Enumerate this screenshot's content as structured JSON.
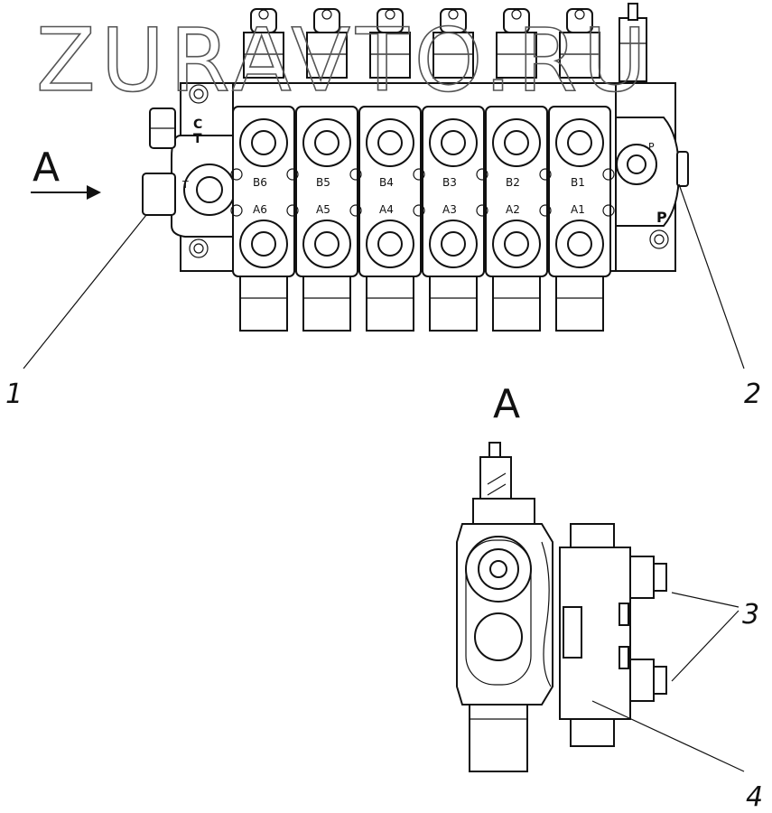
{
  "watermark": "ZURAVTO.RU",
  "view_label_main": "A",
  "view_label_side": "A",
  "top_ports": [
    "B6",
    "B5",
    "B4",
    "B3",
    "B2",
    "B1"
  ],
  "bottom_ports": [
    "A6",
    "A5",
    "A4",
    "A3",
    "A2",
    "A1"
  ],
  "left_port_labels": {
    "c": "C",
    "t": "T",
    "t_small": "T"
  },
  "right_port_labels": {
    "p_small": "P",
    "p_big": "P"
  },
  "callouts": {
    "c1": "1",
    "c2": "2",
    "c3": "3",
    "c4": "4"
  }
}
